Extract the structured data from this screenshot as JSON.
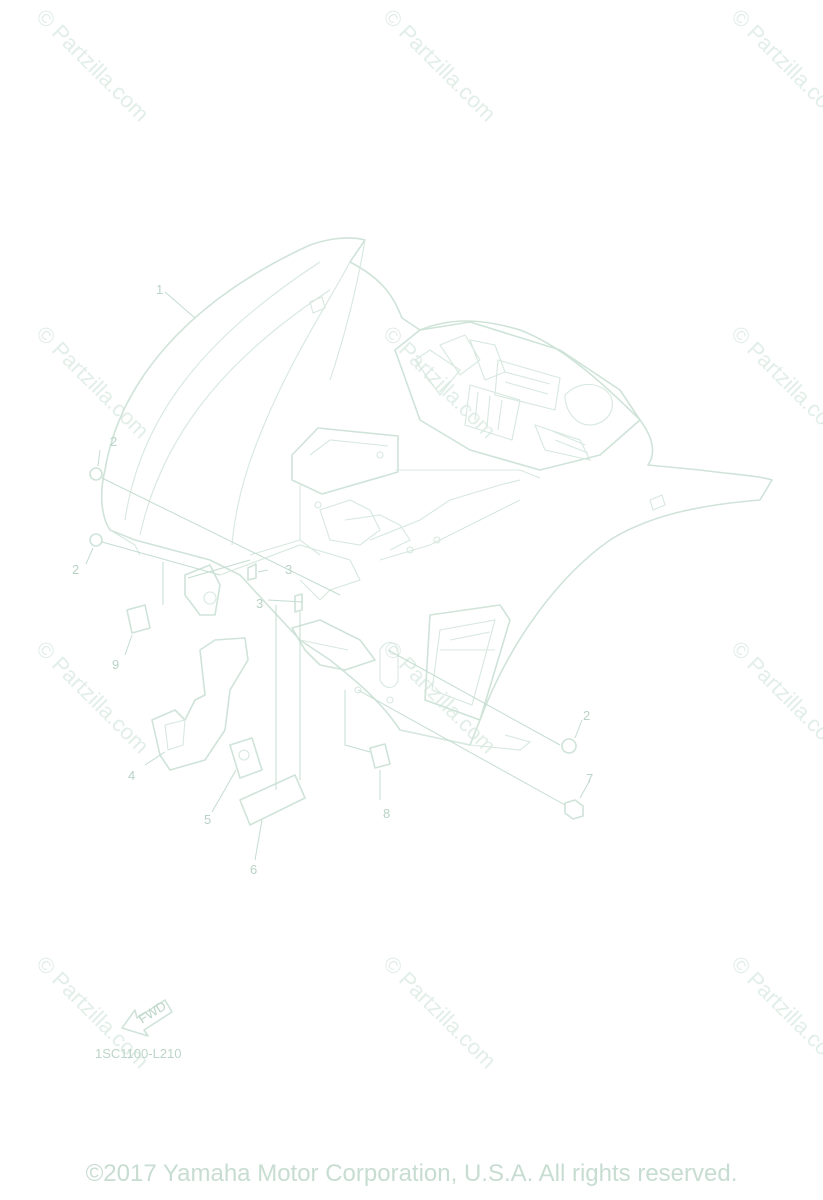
{
  "watermark": "© Partzilla.com",
  "callouts": [
    "1",
    "2",
    "2",
    "2",
    "3",
    "3",
    "4",
    "5",
    "6",
    "7",
    "8",
    "9"
  ],
  "fwd_label": "FWD",
  "diagram_code": "1SC1100-L210",
  "copyright": "©2017 Yamaha Motor Corporation, U.S.A. All rights reserved.",
  "colors": {
    "line": "#cfe3d9",
    "text": "#b9d3c6",
    "watermark": "#e2eee8"
  }
}
